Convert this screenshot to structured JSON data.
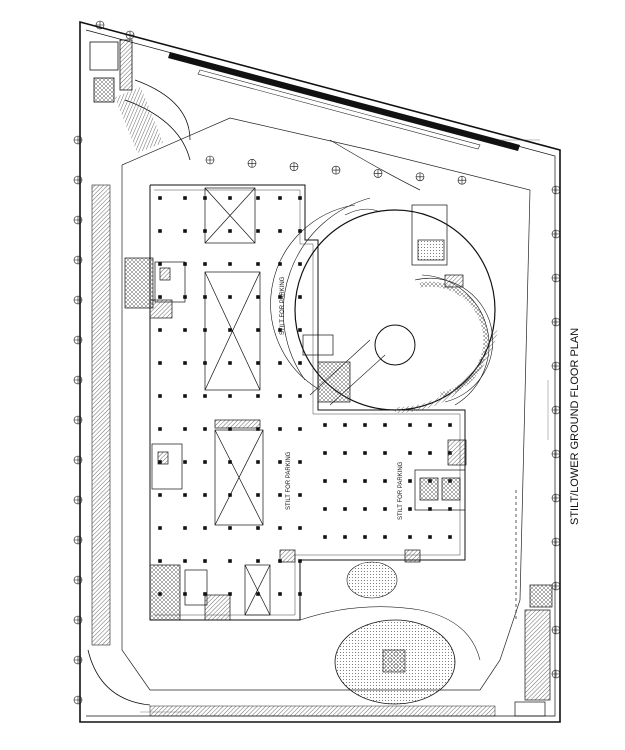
{
  "drawing": {
    "title": "STILT/LOWER GROUND FLOOR PLAN",
    "zone_labels": [
      "STILT FOR PARKING",
      "STILT FOR PARKING",
      "STILT FOR PARKING"
    ],
    "colors": {
      "ink": "#111111",
      "paper": "#ffffff",
      "hatch": "#444444"
    }
  }
}
